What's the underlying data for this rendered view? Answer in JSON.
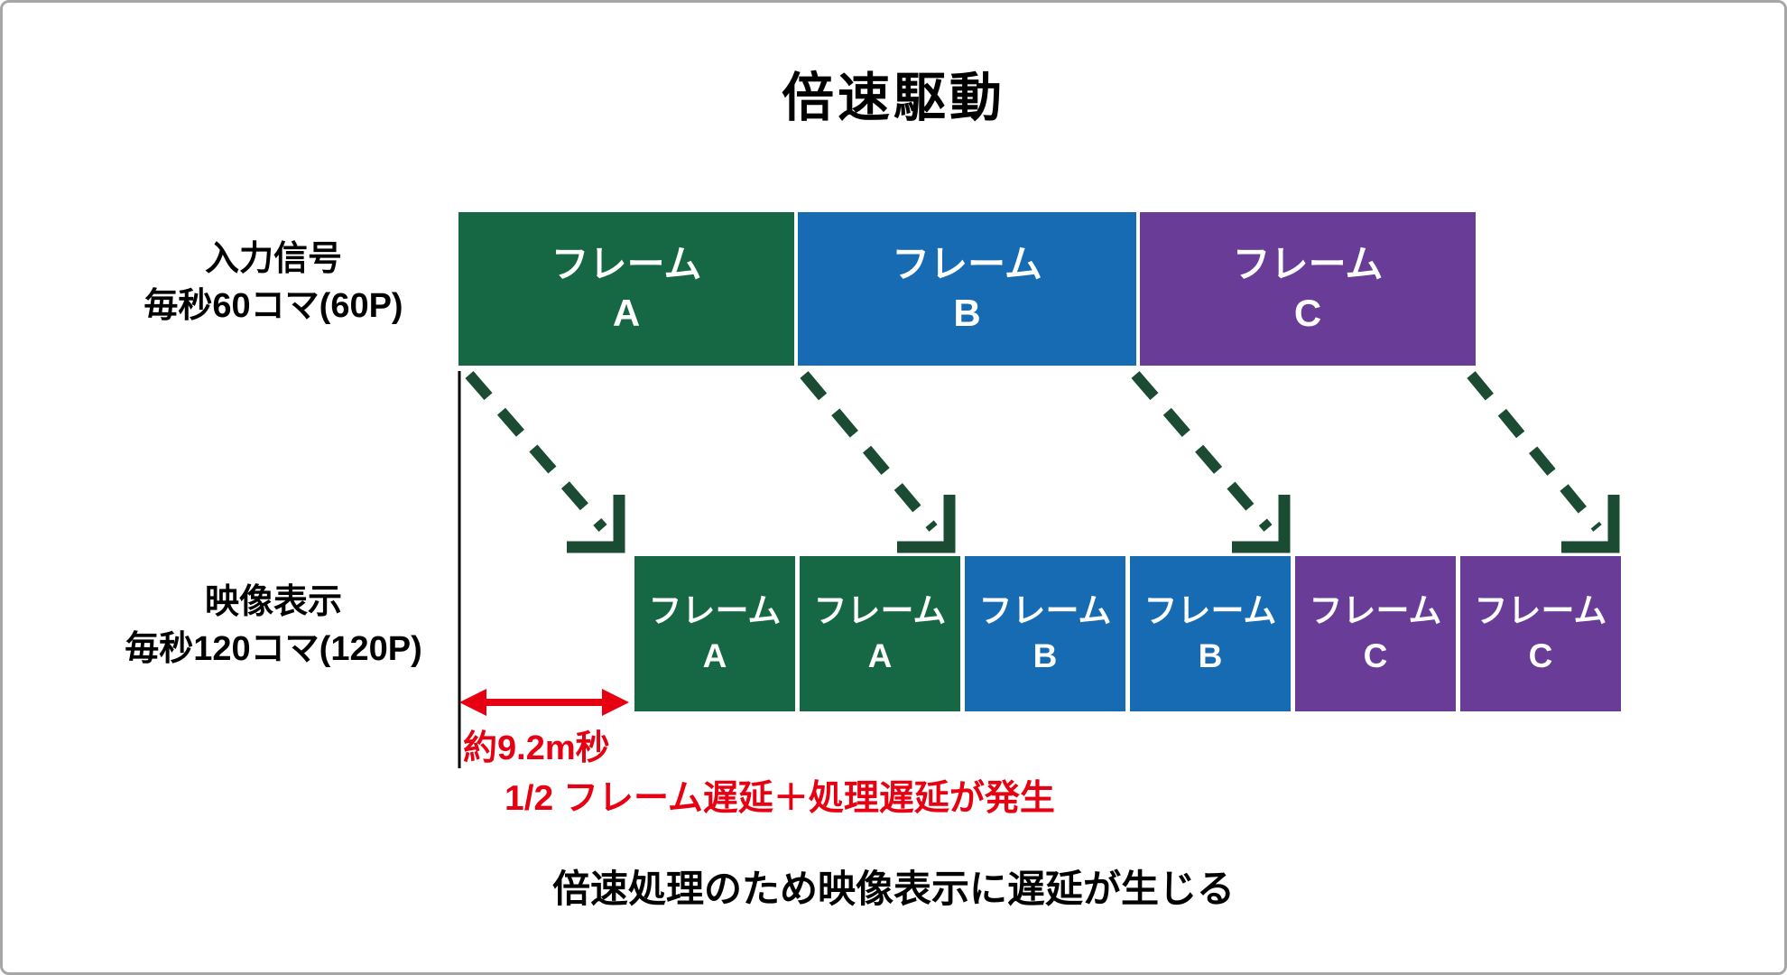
{
  "title": "倍速駆動",
  "input_row": {
    "label_line1": "入力信号",
    "label_line2": "毎秒60コマ(60P)",
    "frames": [
      {
        "name": "フレーム",
        "id": "A"
      },
      {
        "name": "フレーム",
        "id": "B"
      },
      {
        "name": "フレーム",
        "id": "C"
      }
    ]
  },
  "output_row": {
    "label_line1": "映像表示",
    "label_line2": "毎秒120コマ(120P)",
    "frames": [
      {
        "name": "フレーム",
        "id": "A"
      },
      {
        "name": "フレーム",
        "id": "A"
      },
      {
        "name": "フレーム",
        "id": "B"
      },
      {
        "name": "フレーム",
        "id": "B"
      },
      {
        "name": "フレーム",
        "id": "C"
      },
      {
        "name": "フレーム",
        "id": "C"
      }
    ]
  },
  "delay_annotation": {
    "duration_label": "約9.2m秒",
    "note": "1/2 フレーム遅延＋処理遅延が発生"
  },
  "caption": "倍速処理のため映像表示に遅延が生じる",
  "icons": {
    "copy_arrow": "dashed-diagonal-arrow",
    "span_arrow": "double-headed-horizontal-arrow"
  },
  "colors": {
    "frame_a_green": "#156843",
    "frame_b_blue": "#166BB3",
    "frame_c_purple": "#693C98",
    "arrow_dark_green": "#1C4B33",
    "accent_red": "#E60012",
    "reference_line_black": "#000000"
  }
}
